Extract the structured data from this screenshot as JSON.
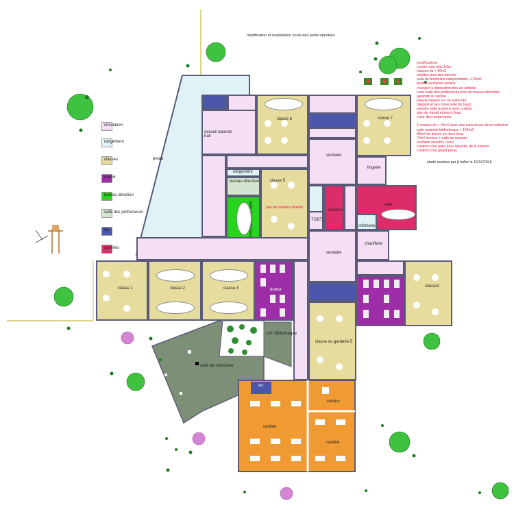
{
  "title": "modification et reabilitation ecole des petits opentaux",
  "study_note": "etude realisee par jf haller le 15/10/2016",
  "notes": [
    "modifications",
    "couloir cote mini 1,5m",
    "classes de + 60m2",
    "toilettes pres des dortoirs",
    "salle de motricitee independante +130m2",
    "garder sanitaires cantine",
    "changer la disposition des wc enfants",
    "creer salle des professeurs pres du bureau directrice",
    "agrandir la cantine",
    "prevoir rapport sur un autre site",
    "(rapport et lien maternelle du haut)",
    "prendre salle asseims avec cuisine",
    "plan de travail et point d'eau",
    "creer des rangements",
    "",
    "6 classes de + 60m2 avec une sans acces direct exterieur",
    "salle motricite bibliotheque + 140m2",
    "80m2 de dortoir en deux lieux",
    "70m2 bureau + salle de reunion",
    "vestiaire asseims 16m2",
    "creation d'un patio pour apporter de la lumiere",
    "creation d'un grand preau"
  ],
  "legend": [
    {
      "label": "circulation",
      "color": "#f5dff5"
    },
    {
      "label": "rangement",
      "color": "#dff2f6"
    },
    {
      "label": "classes",
      "color": "#e6dc9e"
    },
    {
      "label": "dortoir",
      "color": "#9d2ea8"
    },
    {
      "label": "bureau direction",
      "color": "#28d41e"
    },
    {
      "label": "salle des professeurs",
      "color": "#d5e4cf"
    },
    {
      "label": "wc",
      "color": "#4c56ab"
    },
    {
      "label": "asseims",
      "color": "#dd2c6a"
    }
  ],
  "rooms": {
    "preau": "preau",
    "accueil": "accueil parents\nhall",
    "classe6": "classe 6",
    "classe7": "classe 7",
    "vestiaire_top": "vestiaire",
    "lingerie": "lingerie",
    "rangement_top": "rangement",
    "bureau_direction": "bureau direction",
    "salle_profs": "salle des professeurs",
    "classe5": "classe 5",
    "classe5_note": "pas de lumiere directe",
    "rangement_bottom": "rangement",
    "asseims": "asseims",
    "tgbt": "TGBT",
    "infirmerie": "infirmerie",
    "chaufferie": "chaufferie",
    "vestiaire_mid": "vestiaire",
    "classe1": "classe 1",
    "classe2": "classe 2",
    "classe3": "classe 3",
    "dortoir": "dortoir",
    "classe4": "classe4",
    "coin_bibliotheque": "coin bibliotheque",
    "classe_garderie": "classe ou garderie 5",
    "salle_motricite": "salle de motricitee",
    "wc_bottom": "wc",
    "cuisine": "cuisine",
    "cantine_left": "cantine",
    "cantine_right": "cantine",
    "salle": "salle"
  }
}
